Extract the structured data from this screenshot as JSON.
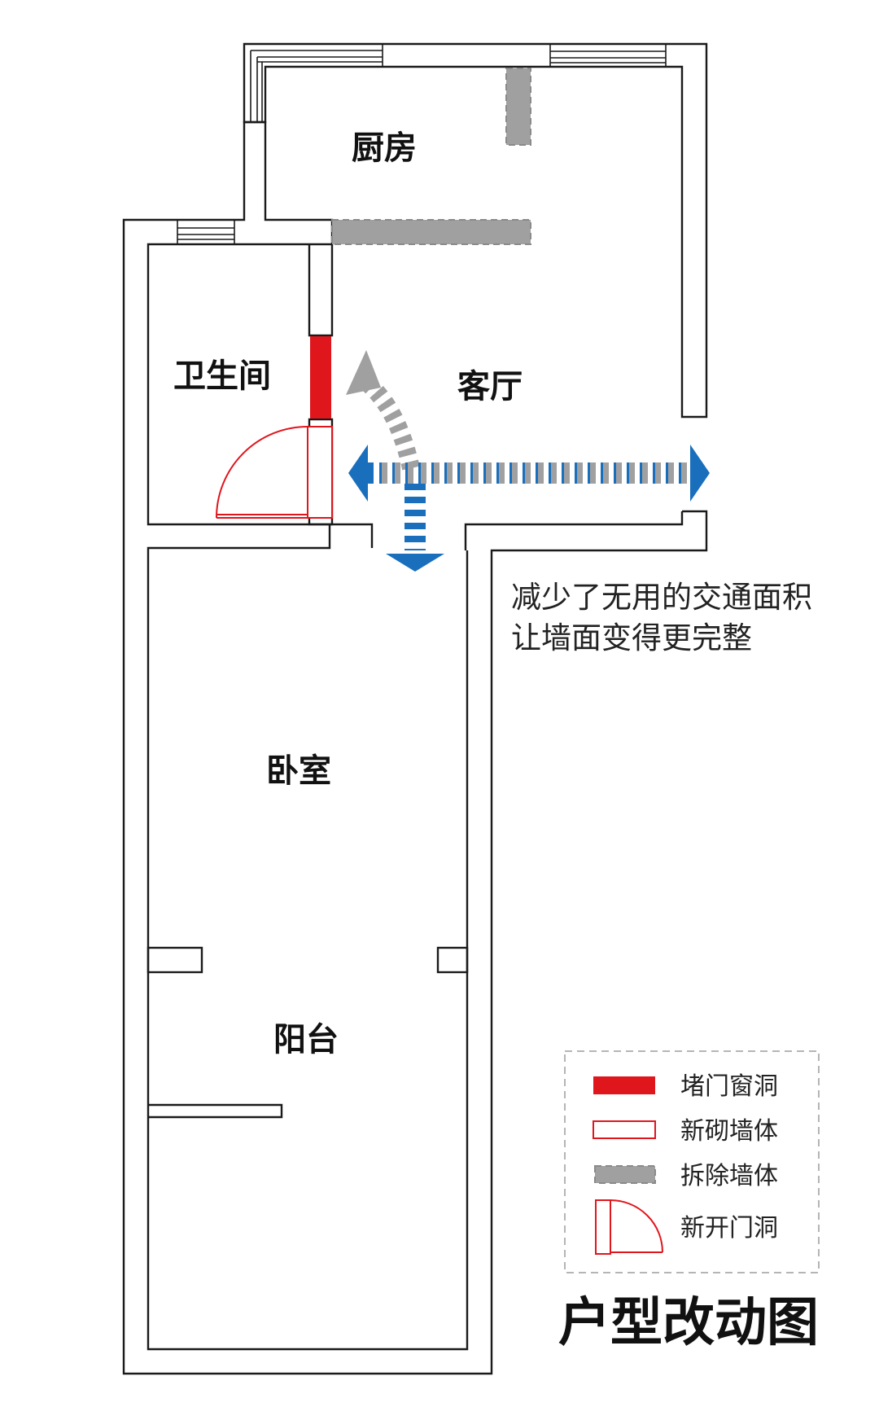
{
  "title": "户型改动图",
  "rooms": {
    "kitchen": "厨房",
    "bathroom": "卫生间",
    "living": "客厅",
    "bedroom": "卧室",
    "balcony": "阳台"
  },
  "note": {
    "line1": "减少了无用的交通面积",
    "line2": "让墙面变得更完整"
  },
  "legend": {
    "blocked": "堵门窗洞",
    "new_wall": "新砌墙体",
    "removed": "拆除墙体",
    "new_door": "新开门洞"
  },
  "colors": {
    "red": "#e0161d",
    "gray": "#a0a0a0",
    "blue": "#1a6fbd",
    "wall": "#1a1a1a"
  }
}
